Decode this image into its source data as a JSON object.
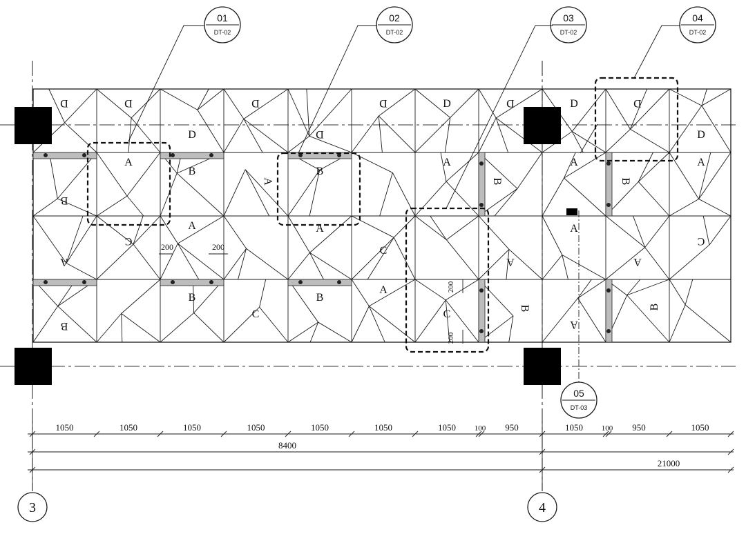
{
  "colors": {
    "ink": "#1a1a1a",
    "background": "#ffffff",
    "hatch": "#9a9a9a",
    "column": "#000000"
  },
  "callouts": [
    {
      "num": "01",
      "sheet": "DT-02"
    },
    {
      "num": "02",
      "sheet": "DT-02"
    },
    {
      "num": "03",
      "sheet": "DT-02"
    },
    {
      "num": "04",
      "sheet": "DT-02"
    },
    {
      "num": "05",
      "sheet": "DT-03"
    }
  ],
  "axes": {
    "left": "3",
    "right": "4"
  },
  "dimensions": {
    "segments": [
      "1050",
      "1050",
      "1050",
      "1050",
      "1050",
      "1050",
      "1050",
      "100",
      "950",
      "1050",
      "100",
      "950",
      "1050"
    ],
    "subtotal": "8400",
    "total": "21000",
    "local": "200"
  },
  "panel_labels": {
    "A": "A",
    "B": "B",
    "C": "C",
    "D": "D"
  }
}
